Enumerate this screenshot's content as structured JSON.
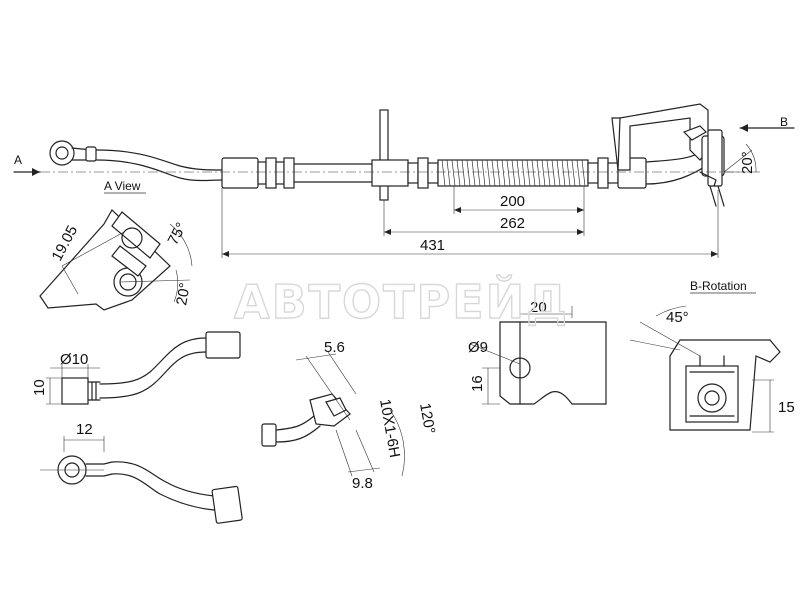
{
  "watermark": "АВТОТРЕЙД",
  "views": {
    "a_view": "A View",
    "b_rotation": "B-Rotation",
    "arrow_a": "A",
    "arrow_b": "B"
  },
  "dimensions": {
    "length_431": "431",
    "length_262": "262",
    "length_200": "200",
    "angle_20_main": "20°",
    "a_view_19_05": "19.05",
    "a_view_75": "75°",
    "a_view_20": "20°",
    "dia_10": "Ø10",
    "height_10": "10",
    "width_12": "12",
    "fitting_5_6": "5.6",
    "fitting_9_8": "9.8",
    "thread": "10X1-6H",
    "angle_120": "120°",
    "bracket_20": "20",
    "bracket_dia_9": "Ø9",
    "bracket_16": "16",
    "b_rot_45": "45°",
    "b_rot_15": "15"
  }
}
